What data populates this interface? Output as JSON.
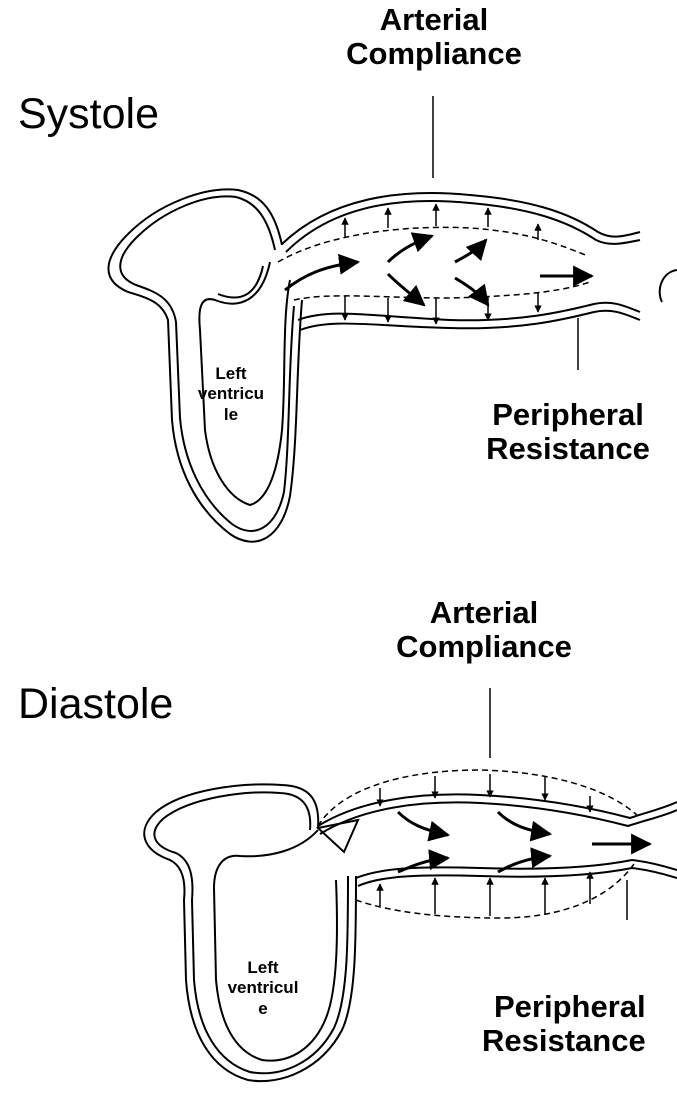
{
  "systole": {
    "phase_label": "Systole",
    "compliance_label": [
      "Arterial",
      "Compliance"
    ],
    "resistance_label": [
      "Peripheral",
      "Resistance"
    ],
    "ventricle_label": [
      "Left",
      "ventricu",
      "le"
    ]
  },
  "diastole": {
    "phase_label": "Diastole",
    "compliance_label": [
      "Arterial",
      "Compliance"
    ],
    "resistance_label": [
      "Peripheral",
      "Resistance"
    ],
    "ventricle_label": [
      "Left",
      "ventricul",
      "e"
    ]
  }
}
